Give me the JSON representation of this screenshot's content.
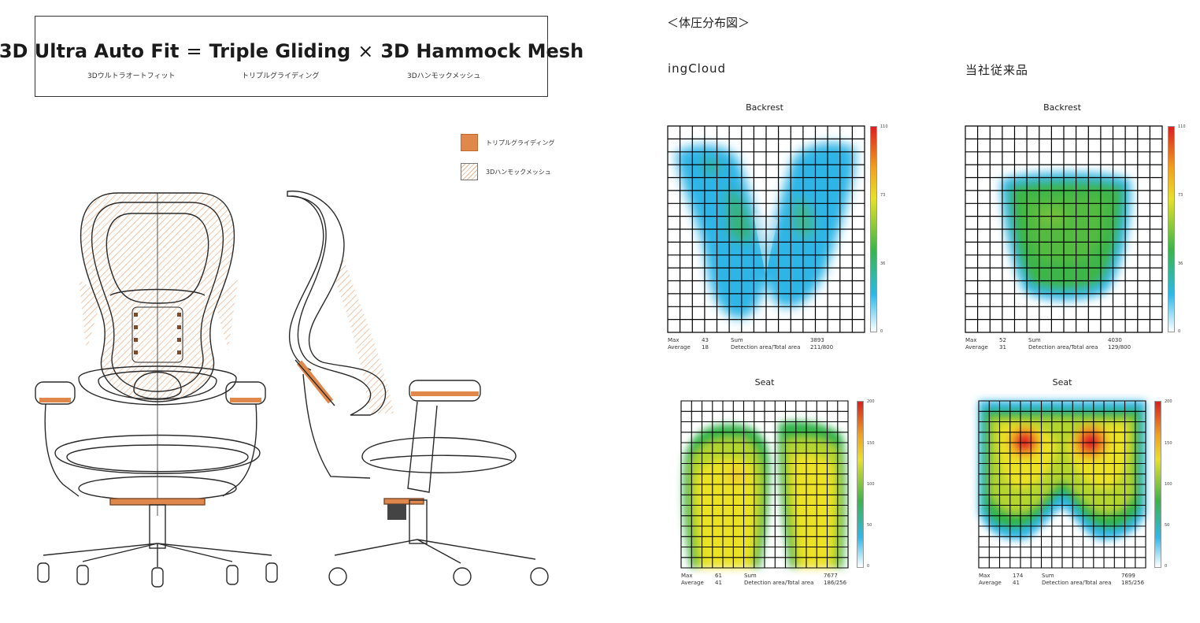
{
  "header": {
    "formula": {
      "part1": "3D Ultra Auto Fit",
      "op1": "=",
      "part2": "Triple Gliding",
      "op2": "×",
      "part3": "3D Hammock Mesh"
    },
    "sub1": "3Dウルトラオートフィット",
    "sub2": "トリプルグライディング",
    "sub3": "3Dハンモックメッシュ"
  },
  "legend": {
    "items": [
      {
        "label": "トリプルグライディング",
        "color": "#e0874c",
        "pattern": "solid"
      },
      {
        "label": "3Dハンモックメッシュ",
        "color": "#e3b592",
        "pattern": "hatched"
      }
    ]
  },
  "pressure": {
    "heading": "＜体圧分布図＞",
    "columns": {
      "left": "ingCloud",
      "right": "当社従来品"
    },
    "stat_labels": {
      "max": "Max",
      "average": "Average",
      "sum": "Sum",
      "area": "Detection area/Total area"
    },
    "colors": {
      "red": "#e02020",
      "yellow": "#f0e020",
      "green": "#32b432",
      "blue": "#2eb8e8"
    },
    "panels": [
      {
        "id": "ing-back",
        "label": "Backrest",
        "scale": [
          "110",
          "73",
          "36",
          "0"
        ],
        "max": "43",
        "average": "18",
        "sum": "3893",
        "area": "211/800"
      },
      {
        "id": "old-back",
        "label": "Backrest",
        "scale": [
          "110",
          "73",
          "36",
          "0"
        ],
        "max": "52",
        "average": "31",
        "sum": "4030",
        "area": "129/800"
      },
      {
        "id": "ing-seat",
        "label": "Seat",
        "scale": [
          "200",
          "150",
          "100",
          "50",
          "0"
        ],
        "max": "61",
        "average": "41",
        "sum": "7677",
        "area": "186/256"
      },
      {
        "id": "old-seat",
        "label": "Seat",
        "scale": [
          "200",
          "150",
          "100",
          "50",
          "0"
        ],
        "max": "174",
        "average": "41",
        "sum": "7699",
        "area": "185/256"
      }
    ]
  }
}
